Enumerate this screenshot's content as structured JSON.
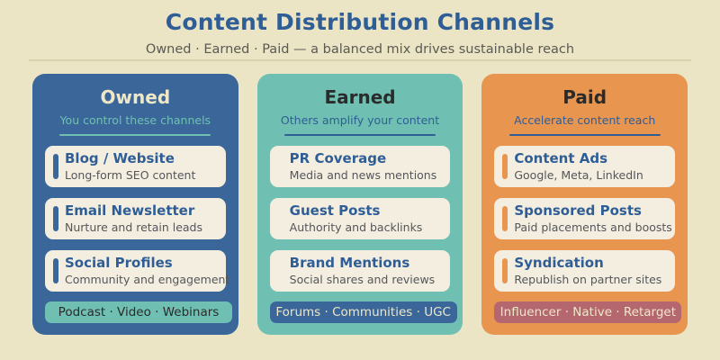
{
  "header": {
    "title": "Content Distribution Channels",
    "subtitle": "Owned · Earned · Paid — a balanced mix drives sustainable reach"
  },
  "palette": {
    "page_background": "#ebe5c5",
    "rule": "#d8d2ae",
    "title_blue": "#2f5e96",
    "owned_card": "#3b6699",
    "earned_card": "#6fc0b2",
    "paid_card": "#e8954f",
    "item_card": "#f4eee1",
    "cream_text": "#eee7c8",
    "dark_text": "#2b2b2b",
    "body_text": "#55565a",
    "rose_pill": "#b5676f"
  },
  "columns": [
    {
      "key": "owned",
      "title": "Owned",
      "subtitle": "You control these channels",
      "card_color": "#3b6699",
      "title_color": "#eee7c8",
      "subtitle_color": "#6fc0b2",
      "underline_color": "#6fc0b2",
      "bar_color": "#3b6699",
      "items": [
        {
          "title": "Blog / Website",
          "desc": "Long-form SEO content"
        },
        {
          "title": "Email Newsletter",
          "desc": "Nurture and retain leads"
        },
        {
          "title": "Social Profiles",
          "desc": "Community and engagement"
        }
      ],
      "footer": {
        "label": "Podcast · Video · Webinars",
        "background": "#6fc0b2",
        "text_color": "#2b2b2b"
      }
    },
    {
      "key": "earned",
      "title": "Earned",
      "subtitle": "Others amplify your content",
      "card_color": "#6fc0b2",
      "title_color": "#2b2b2b",
      "subtitle_color": "#2f5e96",
      "underline_color": "#2f5e96",
      "bar_color": "#f4eee1",
      "items": [
        {
          "title": "PR Coverage",
          "desc": "Media and news mentions"
        },
        {
          "title": "Guest Posts",
          "desc": "Authority and backlinks"
        },
        {
          "title": "Brand Mentions",
          "desc": "Social shares and reviews"
        }
      ],
      "footer": {
        "label": "Forums · Communities · UGC",
        "background": "#3b6699",
        "text_color": "#eee7c8"
      }
    },
    {
      "key": "paid",
      "title": "Paid",
      "subtitle": "Accelerate content reach",
      "card_color": "#e8954f",
      "title_color": "#2b2b2b",
      "subtitle_color": "#2f5e96",
      "underline_color": "#2f5e96",
      "bar_color": "#e8954f",
      "items": [
        {
          "title": "Content Ads",
          "desc": "Google, Meta, LinkedIn"
        },
        {
          "title": "Sponsored Posts",
          "desc": "Paid placements and boosts"
        },
        {
          "title": "Syndication",
          "desc": "Republish on partner sites"
        }
      ],
      "footer": {
        "label": "Influencer · Native · Retarget",
        "background": "#b5676f",
        "text_color": "#eee7c8"
      }
    }
  ]
}
